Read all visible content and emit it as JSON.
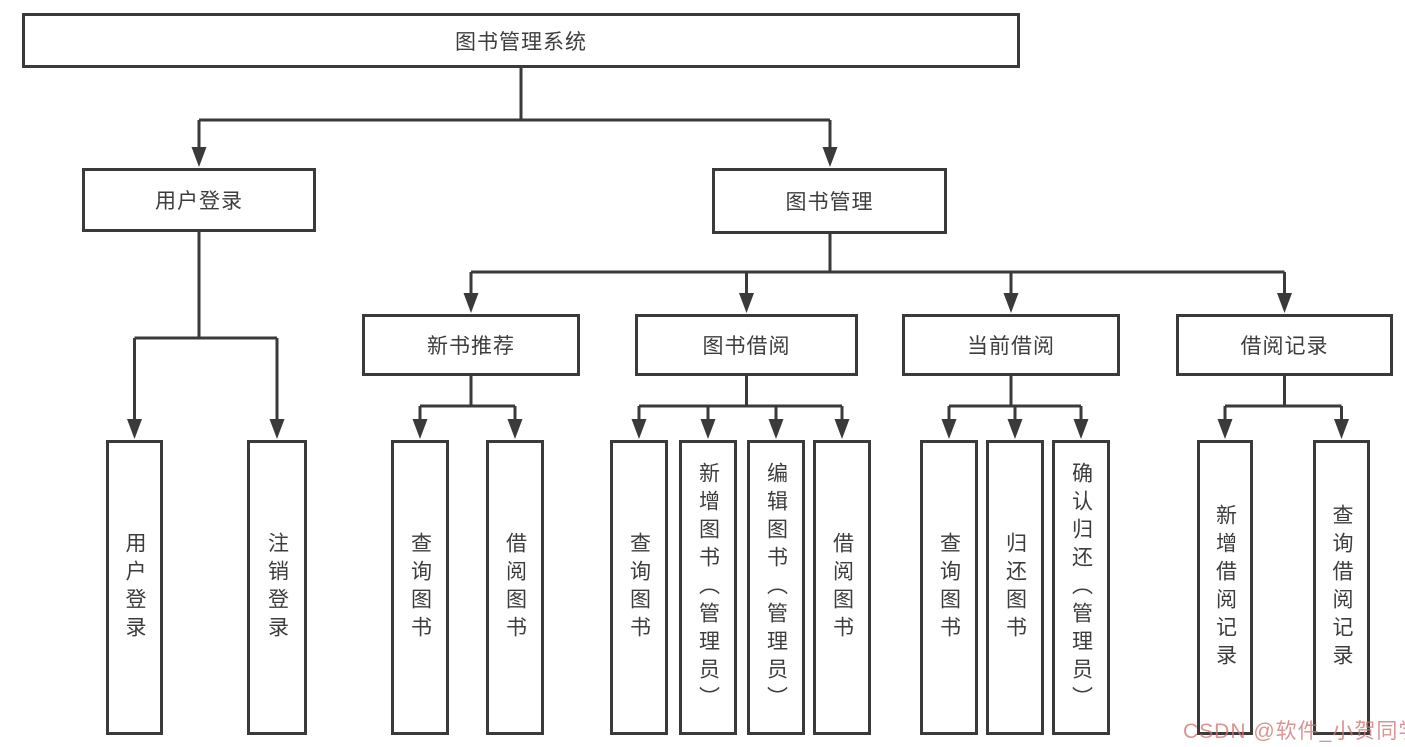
{
  "diagram_type": "hierarchy-tree",
  "colors": {
    "line": "#3a3a3a",
    "text": "#3d3d3d",
    "background": "#ffffff",
    "watermark": "#cf7676"
  },
  "tree": {
    "label": "图书管理系统",
    "children": [
      {
        "label": "用户登录",
        "children": [
          {
            "label": "用户登录"
          },
          {
            "label": "注销登录"
          }
        ]
      },
      {
        "label": "图书管理",
        "children": [
          {
            "label": "新书推荐",
            "children": [
              {
                "label": "查询图书"
              },
              {
                "label": "借阅图书"
              }
            ]
          },
          {
            "label": "图书借阅",
            "children": [
              {
                "label": "查询图书"
              },
              {
                "label": "新增图书（管理员）"
              },
              {
                "label": "编辑图书（管理员）"
              },
              {
                "label": "借阅图书"
              }
            ]
          },
          {
            "label": "当前借阅",
            "children": [
              {
                "label": "查询图书"
              },
              {
                "label": "归还图书"
              },
              {
                "label": "确认归还（管理员）"
              }
            ]
          },
          {
            "label": "借阅记录",
            "children": [
              {
                "label": "新增借阅记录"
              },
              {
                "label": "查询借阅记录"
              }
            ]
          }
        ]
      }
    ]
  },
  "watermark": {
    "text": "CSDN @软件_小贺同学"
  }
}
